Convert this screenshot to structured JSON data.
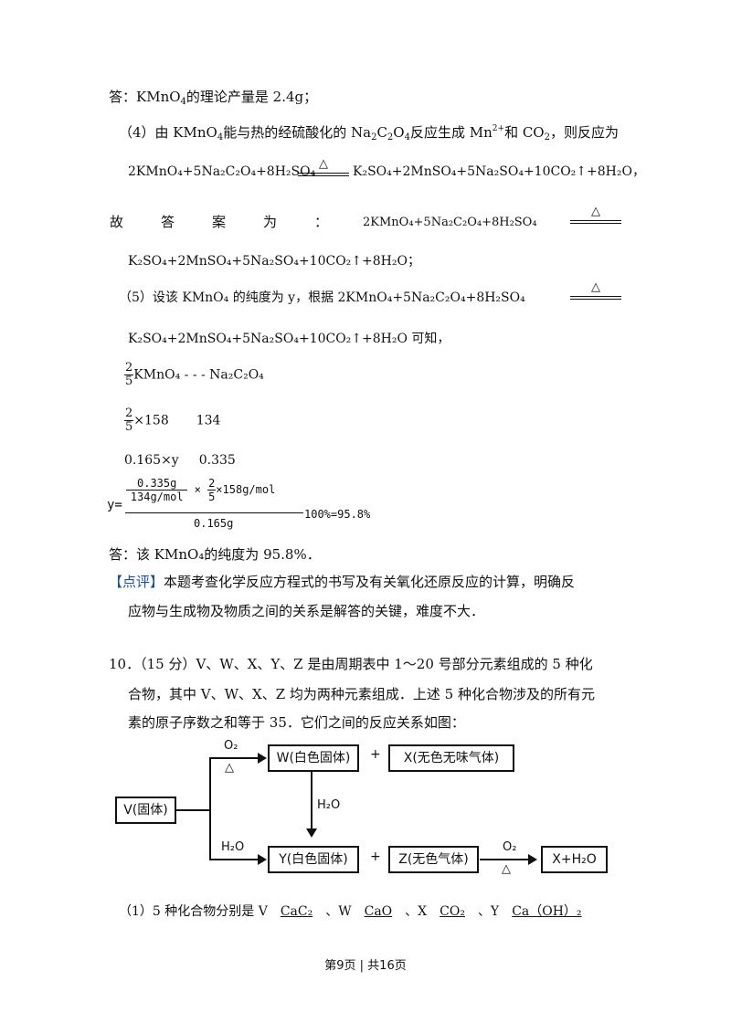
{
  "answer_yield": {
    "prefix": "答：KMnO",
    "sub": "4",
    "rest": "的理论产量是 2.4g；"
  },
  "part4": {
    "intro_a": "（4）由 KMnO",
    "intro_sub1": "4",
    "intro_b": "能与热的经硫酸化的 Na",
    "intro_c": "反应生成 Mn",
    "intro_sup": "2+",
    "intro_d": "和 CO",
    "intro_e": "，则反应为",
    "eq_left": "2KMnO₄+5Na₂C₂O₄+8H₂SO₄",
    "eq_right": "K₂SO₄+2MnSO₄+5Na₂SO₄+10CO₂↑+8H₂O，",
    "heat": "△"
  },
  "answer_label": {
    "c1": "故",
    "c2": "答",
    "c3": "案",
    "c4": "为",
    "c5": "：",
    "eq_left": "2KMnO₄+5Na₂C₂O₄+8H₂SO₄"
  },
  "answer_eq2": "K₂SO₄+2MnSO₄+5Na₂SO₄+10CO₂↑+8H₂O；",
  "part5": {
    "intro": "（5）设该 KMnO₄ 的纯度为 y，根据 2KMnO₄+5Na₂C₂O₄+8H₂SO₄",
    "cont": "K₂SO₄+2MnSO₄+5Na₂SO₄+10CO₂↑+8H₂O 可知，",
    "frac_n": "2",
    "frac_d": "5",
    "rel1_a": "KMnO₄ - - - Na₂C₂O₄",
    "rel2_a": "×158",
    "rel2_b": "134",
    "rel3_a": "0.165×y",
    "rel3_b": "0.335",
    "calc_y": "y=",
    "calc_n1": "0.335g",
    "calc_d1": "134g/mol",
    "calc_x": "×",
    "calc_n2": "2",
    "calc_d2": "5",
    "calc_rest": "×158g/mol",
    "calc_den": "0.165g",
    "calc_result": "100%=95.8%",
    "answer": "答：该 KMnO₄的纯度为 95.8%．"
  },
  "comment": {
    "label": "【点评】",
    "line1": "本题考查化学反应方程式的书写及有关氧化还原反应的计算，明确反",
    "line2": "应物与生成物及物质之间的关系是解答的关键，难度不大．"
  },
  "q10": {
    "line1": "10．（15 分）V、W、X、Y、Z 是由周期表中 1～20 号部分元素组成的 5 种化",
    "line2": "合物，其中 V、W、X、Z 均为两种元素组成．上述 5 种化合物涉及的所有元",
    "line3": "素的原子序数之和等于 35．它们之间的反应关系如图："
  },
  "diagram": {
    "V": "V(固体)",
    "W": "W(白色固体)",
    "X": "X(无色无味气体)",
    "Y": "Y(白色固体)",
    "Z": "Z(无色气体)",
    "XH2O": "X+H₂O",
    "O2": "O₂",
    "heat": "△",
    "H2O": "H₂O",
    "plus": "+"
  },
  "part1": {
    "text": "（1）5 种化合物分别是 V",
    "V": "CaC₂",
    "sep": "、W",
    "W": "CaO",
    "sep2": "、X",
    "X": "CO₂",
    "sep3": "、Y",
    "Y": "Ca（OH）₂"
  },
  "footer": "第9页 | 共16页"
}
